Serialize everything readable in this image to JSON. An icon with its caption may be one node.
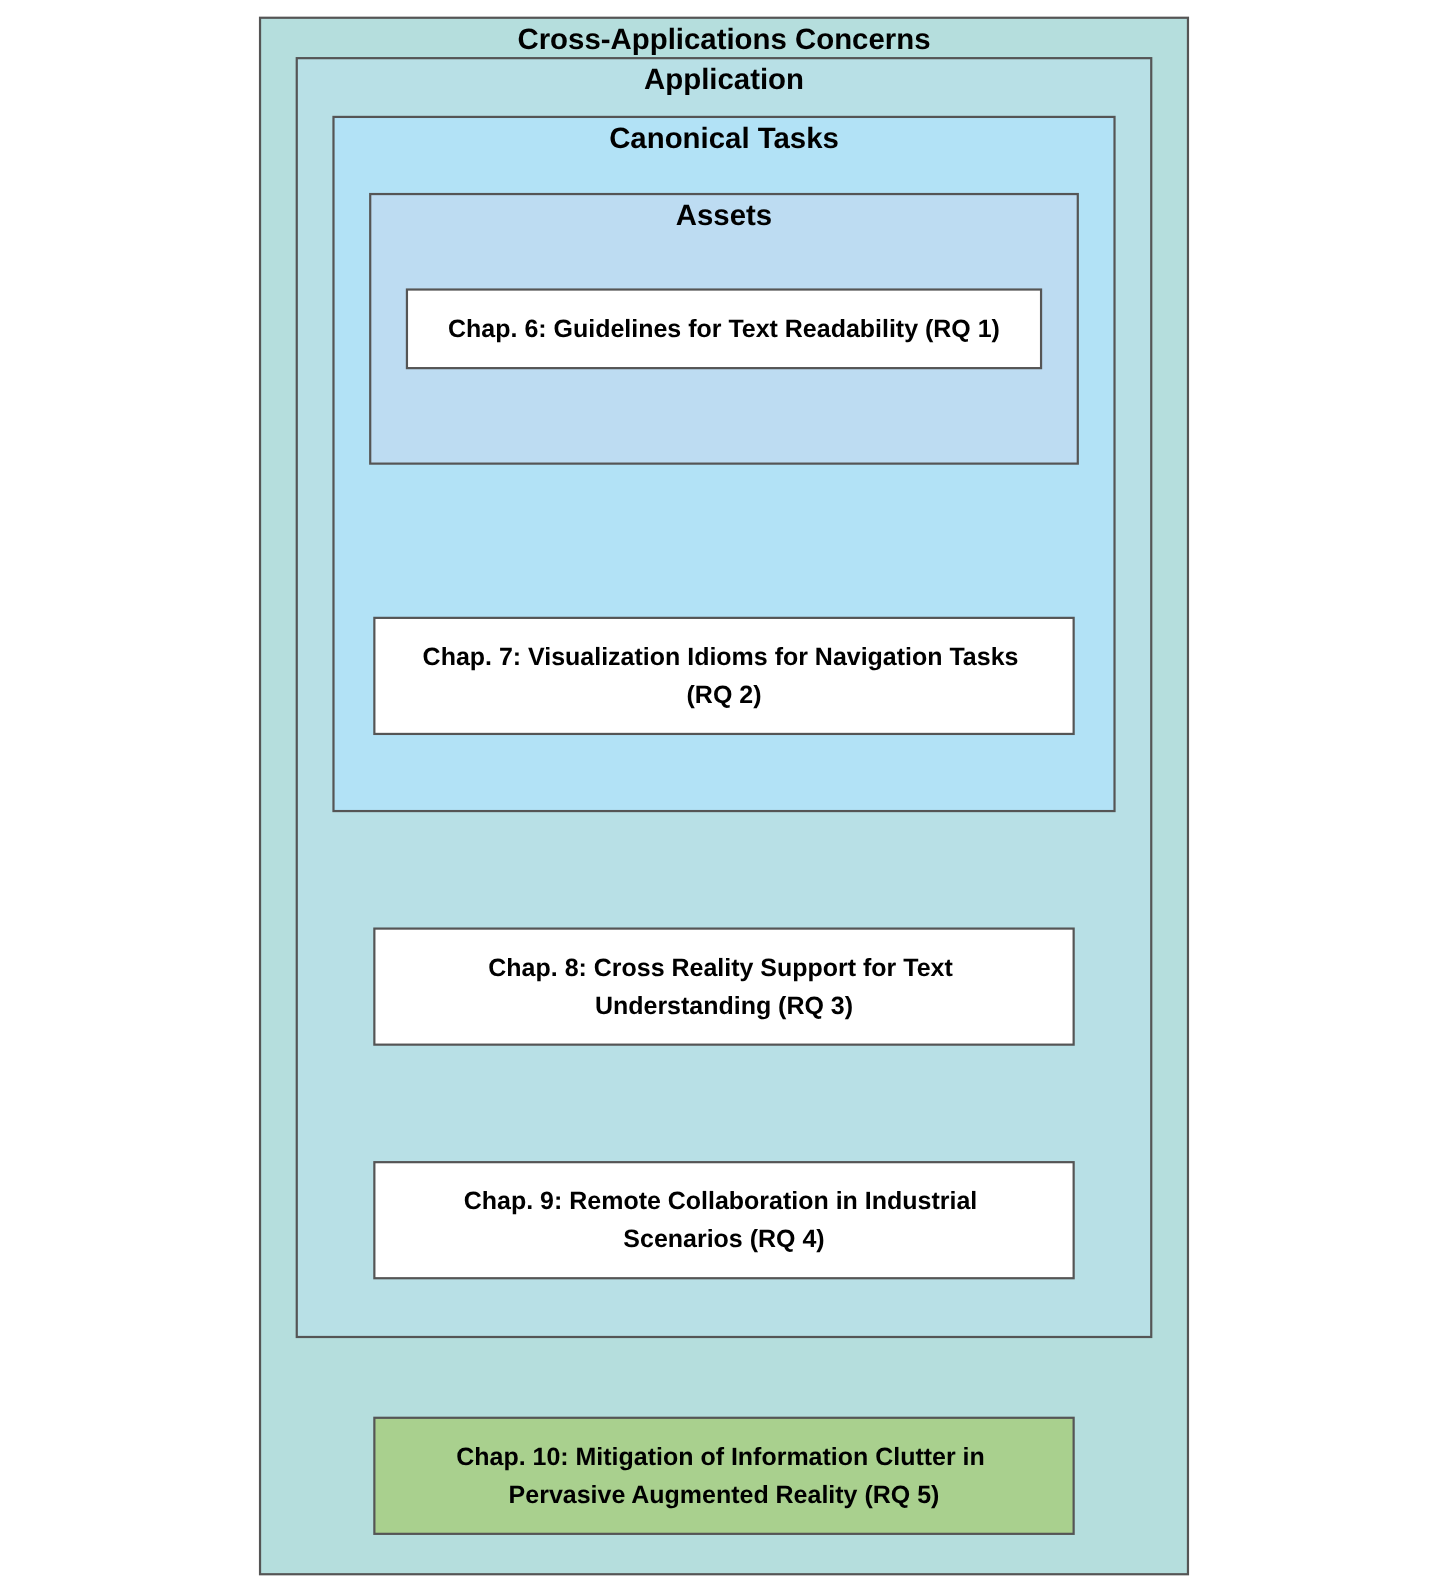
{
  "diagram": {
    "nodes": [
      {
        "text": [
          "Cross-Applications Concerns"
        ]
      },
      {
        "text": [
          "Application"
        ],
        "in": 0
      },
      {
        "text": [
          "Canonical Tasks"
        ],
        "in": 1
      },
      {
        "text": [
          "Assets"
        ],
        "in": 2
      },
      {
        "text": [
          "Chap. 6: Guidelines for Text Readability (RQ 1)"
        ],
        "in": 3
      },
      {
        "text": [
          "Chap. 7: Visualization Idioms for Navigation Tasks (RQ 2)"
        ],
        "in": 2
      },
      {
        "text": [
          "Chap. 8: Cross Reality Support for Text Understanding (RQ 3)"
        ],
        "in": 1
      },
      {
        "text": [
          "Chap. 9: Remote Collaboration in Industrial Scenarios (RQ 4)"
        ],
        "in": 1
      },
      {
        "text": [
          "Chap. 10: Mitigation of Information Clutter in Pervasive Augmented Reality (RQ 5)"
        ],
        "in": 0
      }
    ]
  }
}
